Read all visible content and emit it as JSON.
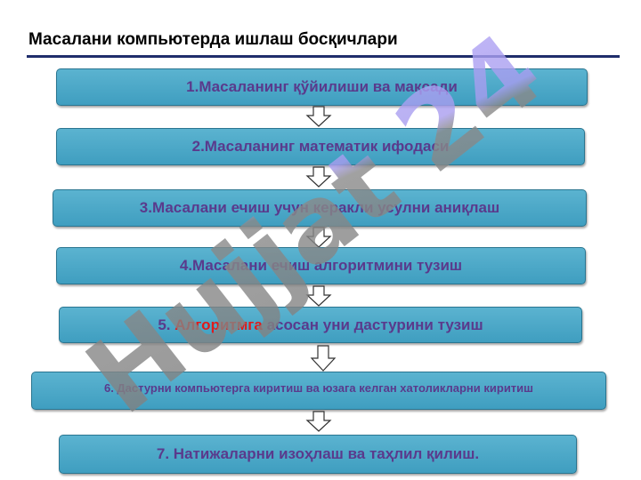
{
  "title": "Масалани компьютерда ишлаш босқичлари",
  "steps": [
    "1.Масаланинг қўйилиши ва мақсади",
    "2.Масаланинг математик ифодаси",
    "3.Масалани ечиш учун керакли усулни аниқлаш",
    "4.Масалани ечиш алгоритмини тузиш",
    "5. ",
    "6. Дастурни компьютерга киритиш ва юзага келган хатоликларни киритиш",
    "7. Натижаларни изоҳлаш ва таҳлил қилиш."
  ],
  "step5_highlight": "Алгоритмга",
  "step5_rest": " асосан уни дастурини тузиш",
  "watermark": "Hujjat 24",
  "colors": {
    "box": "#4aa9c9",
    "text": "#5a3a8c",
    "highlight": "#e01b1b",
    "rule": "#1f2d6b"
  }
}
